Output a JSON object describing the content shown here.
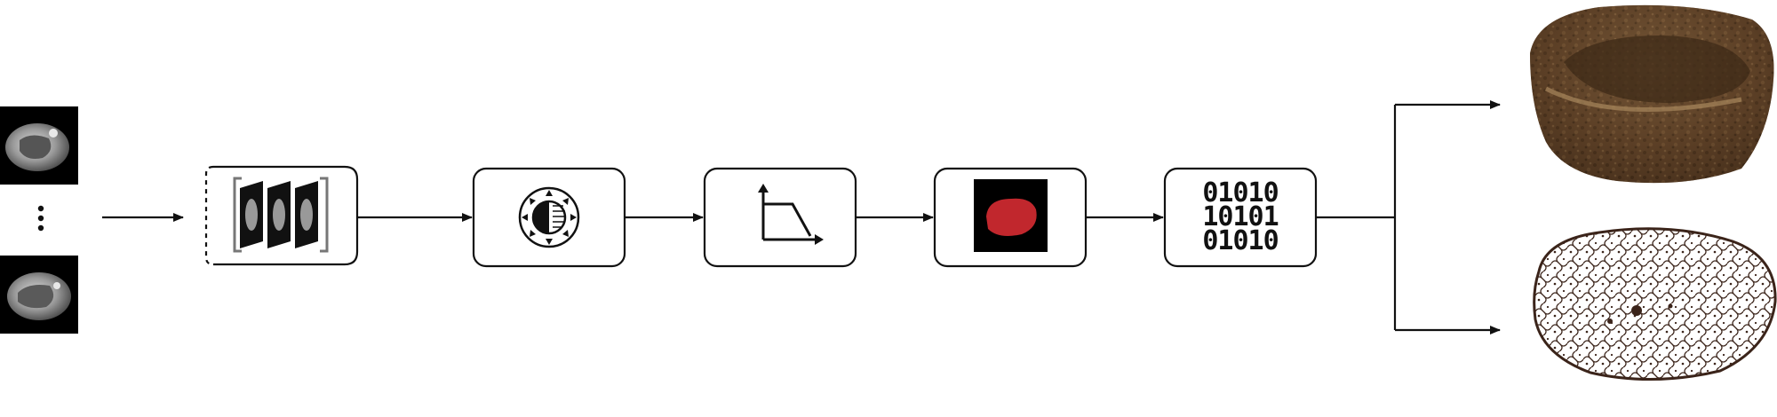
{
  "diagram": {
    "nodes": [
      {
        "id": "input-scan-top",
        "kind": "ct-slice-image"
      },
      {
        "id": "ellipsis",
        "kind": "vertical-dots"
      },
      {
        "id": "input-scan-bottom",
        "kind": "ct-slice-image"
      },
      {
        "id": "slice-stack",
        "icon": "image-stack-icon"
      },
      {
        "id": "contrast-adjust",
        "icon": "brightness-contrast-icon"
      },
      {
        "id": "threshold",
        "icon": "threshold-curve-icon"
      },
      {
        "id": "segmentation-mask",
        "icon": "segmentation-mask-icon",
        "mask_color": "#c1272d"
      },
      {
        "id": "binary-conversion",
        "icon": "binary-data-icon",
        "binary_lines": [
          "01010",
          "10101",
          "01010"
        ]
      },
      {
        "id": "output-render-solid",
        "kind": "3d-render",
        "color": "#6b4a2e"
      },
      {
        "id": "output-render-porous",
        "kind": "3d-render",
        "color": "#4a2f22"
      }
    ],
    "edges": [
      {
        "from": "input-scans",
        "to": "slice-stack"
      },
      {
        "from": "slice-stack",
        "to": "contrast-adjust"
      },
      {
        "from": "contrast-adjust",
        "to": "threshold"
      },
      {
        "from": "threshold",
        "to": "segmentation-mask"
      },
      {
        "from": "segmentation-mask",
        "to": "binary-conversion"
      },
      {
        "from": "binary-conversion",
        "to": "output-render-solid"
      },
      {
        "from": "binary-conversion",
        "to": "output-render-porous"
      }
    ]
  }
}
